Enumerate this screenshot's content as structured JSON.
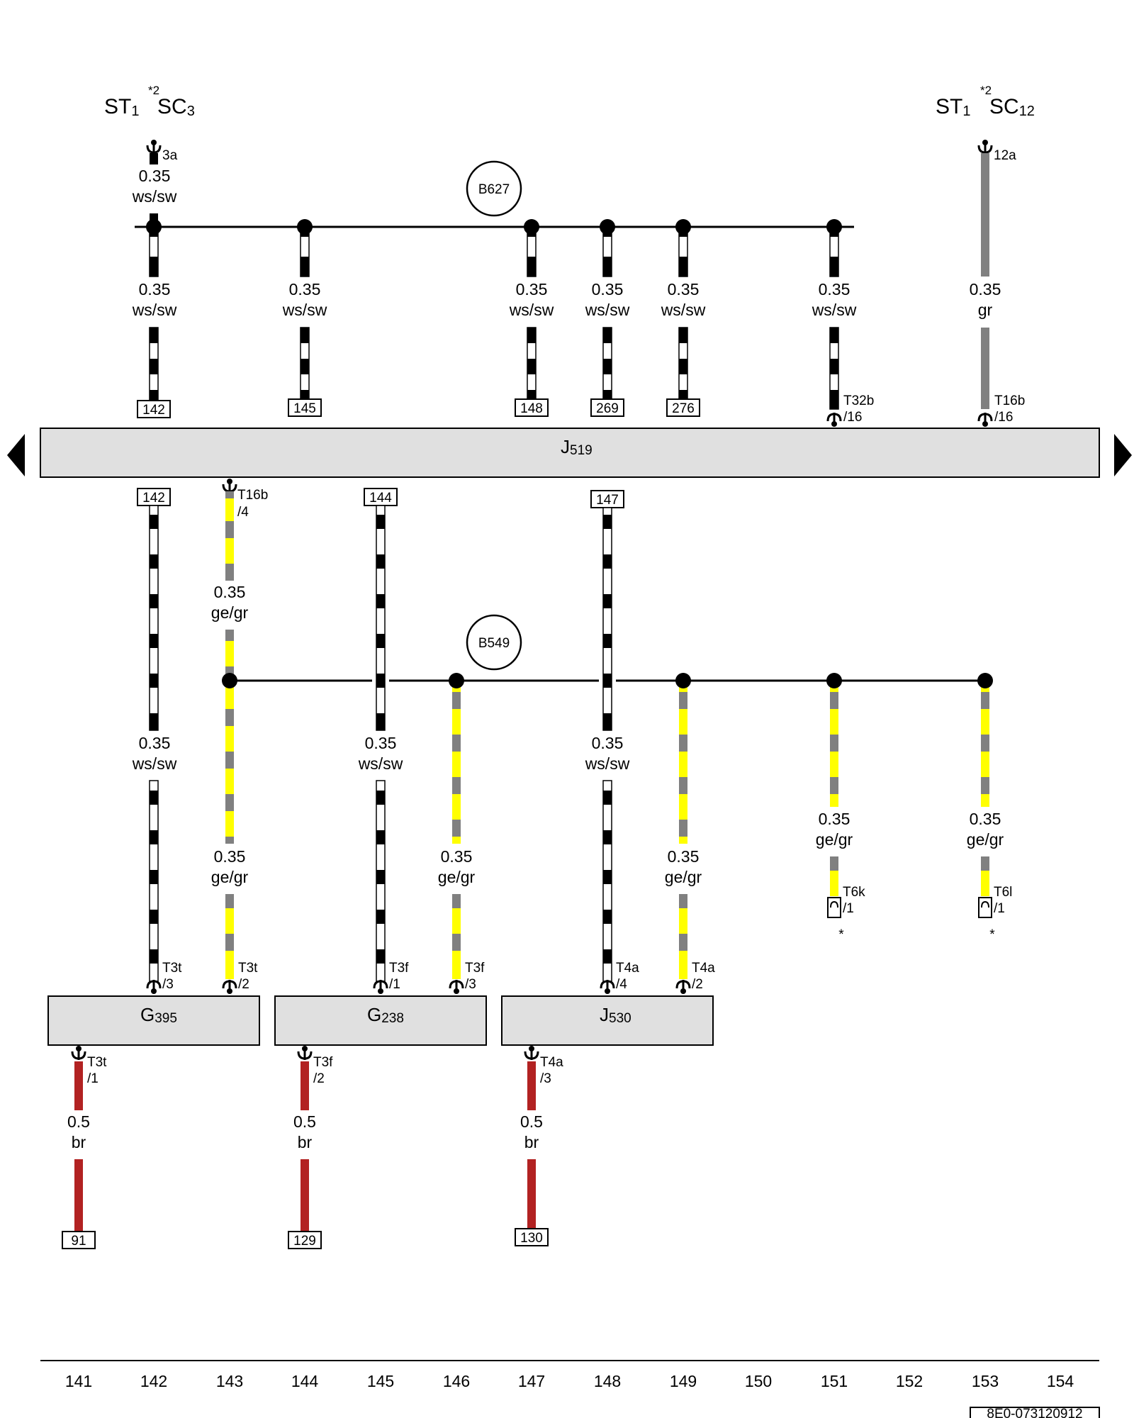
{
  "header_labels": [
    {
      "id": "st1-left",
      "main": "ST",
      "sub": "1"
    },
    {
      "id": "sc3",
      "star": "*2",
      "main": "SC",
      "sub": "3"
    },
    {
      "id": "st1-right",
      "main": "ST",
      "sub": "1"
    },
    {
      "id": "sc12",
      "star": "*2",
      "main": "SC",
      "sub": "12"
    }
  ],
  "buses": {
    "b627": "B627",
    "b549": "B549"
  },
  "control_unit": {
    "main": "J",
    "sub": "519"
  },
  "components": [
    {
      "id": "g395",
      "main": "G",
      "sub": "395"
    },
    {
      "id": "g238",
      "main": "G",
      "sub": "238"
    },
    {
      "id": "j530",
      "main": "J",
      "sub": "530"
    }
  ],
  "wires": {
    "ws_sw": {
      "gauge": "0.35",
      "color_code": "ws/sw"
    },
    "gr": {
      "gauge": "0.35",
      "color_code": "gr"
    },
    "ge_gr": {
      "gauge": "0.35",
      "color_code": "ge/gr"
    },
    "br": {
      "gauge": "0.5",
      "color_code": "br"
    }
  },
  "fuse_connectors": {
    "sc3_pin": "3a",
    "sc12_pin": "12a"
  },
  "connectors": {
    "t32b": {
      "name": "T32b",
      "pin": "/16"
    },
    "t16b_16": {
      "name": "T16b",
      "pin": "/16"
    },
    "t16b_4": {
      "name": "T16b",
      "pin": "/4"
    },
    "t3t_3": {
      "name": "T3t",
      "pin": "/3"
    },
    "t3t_2": {
      "name": "T3t",
      "pin": "/2"
    },
    "t3f_1": {
      "name": "T3f",
      "pin": "/1"
    },
    "t3f_3": {
      "name": "T3f",
      "pin": "/3"
    },
    "t4a_4": {
      "name": "T4a",
      "pin": "/4"
    },
    "t4a_2": {
      "name": "T4a",
      "pin": "/2"
    },
    "t6k_1": {
      "name": "T6k",
      "pin": "/1"
    },
    "t6l_1": {
      "name": "T6l",
      "pin": "/1"
    },
    "t3t_1": {
      "name": "T3t",
      "pin": "/1"
    },
    "t3f_2": {
      "name": "T3f",
      "pin": "/2"
    },
    "t4a_3": {
      "name": "T4a",
      "pin": "/3"
    }
  },
  "reference_boxes": {
    "top": [
      "142",
      "145",
      "148",
      "269",
      "276"
    ],
    "below": [
      "142",
      "144",
      "147"
    ],
    "bottom": [
      "91",
      "129",
      "130"
    ]
  },
  "footnote_marker": "*",
  "column_numbers": [
    "141",
    "142",
    "143",
    "144",
    "145",
    "146",
    "147",
    "148",
    "149",
    "150",
    "151",
    "152",
    "153",
    "154"
  ],
  "document_id": "8E0-073120912",
  "colors": {
    "ws": "#ffffff",
    "sw": "#000000",
    "gr": "#808080",
    "ge": "#ffff00",
    "br": "#b22222",
    "box_fill": "#e0e0e0"
  }
}
